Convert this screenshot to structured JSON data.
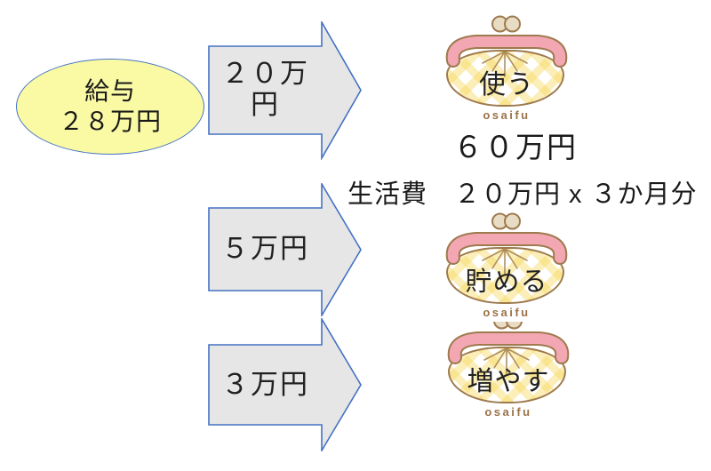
{
  "salary": {
    "line1": "給与",
    "line2": "２８万円"
  },
  "arrows": [
    {
      "lines": [
        "２０万",
        "円"
      ]
    },
    {
      "lines": [
        "５万円"
      ]
    },
    {
      "lines": [
        "３万円"
      ]
    }
  ],
  "purses": [
    {
      "label": "使う",
      "brand": "osaifu"
    },
    {
      "label": "貯める",
      "brand": "osaifu"
    },
    {
      "label": "増やす",
      "brand": "osaifu"
    }
  ],
  "annotations": {
    "total": "６０万円",
    "living_note": "生活費　２０万円 x ３か月分"
  },
  "colors": {
    "accent_blue": "#4472C4",
    "arrow_fill": "#E7E6E6",
    "ellipse_fill": "#FBFAA4",
    "purse_outline": "#9E7A4E",
    "purse_pink": "#F2A7B2",
    "purse_balls": "#E9DCC5",
    "plaid_yellow": "#F6D758",
    "brand_brown": "#9B7147"
  }
}
